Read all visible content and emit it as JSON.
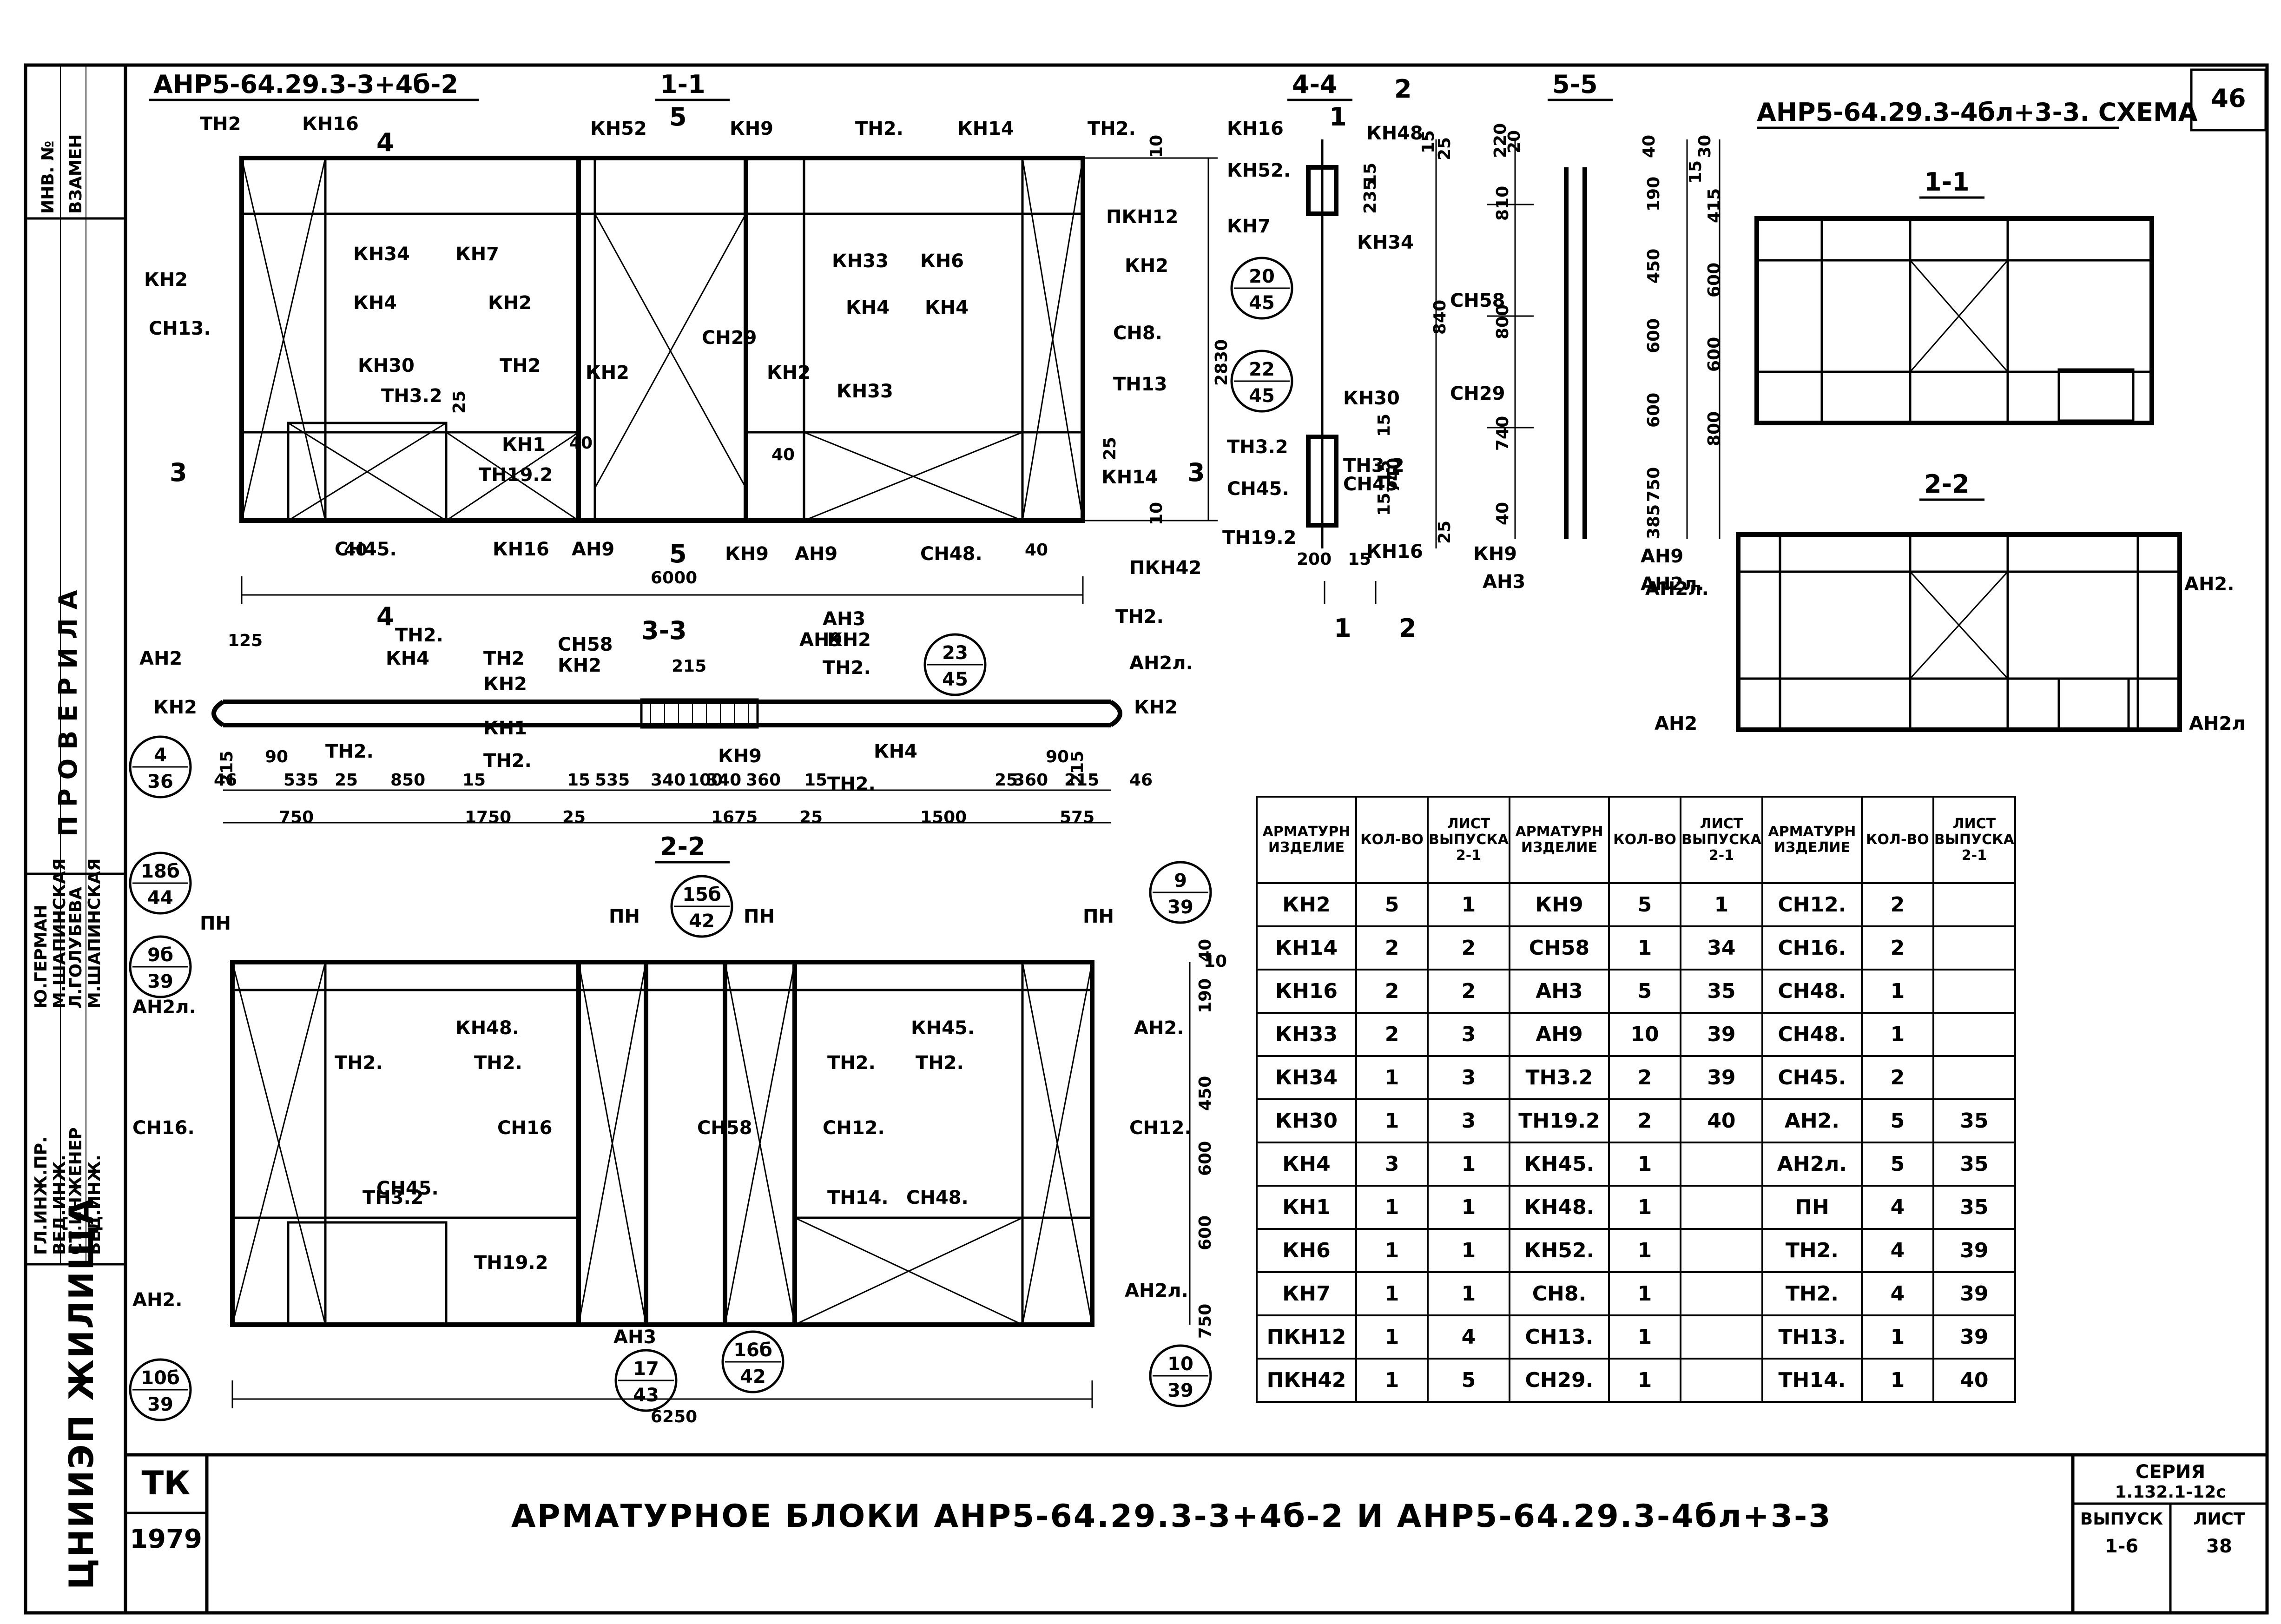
{
  "sheet": {
    "page_number": "46",
    "title": "АРМАТУРНОЕ БЛОКИ АНР5-64.29.3-3+4б-2 И АНР5-64.29.3-4бл+3-3",
    "org": "ЦНИИЭП ЖИЛИЩА",
    "code": "ТК",
    "year": "1979",
    "series_label": "СЕРИЯ",
    "series_value": "1.132.1-12с",
    "issue_label": "ВЫПУСК",
    "issue_value": "1-6",
    "sheet_label": "ЛИСТ",
    "sheet_value": "38"
  },
  "left_strip": {
    "inv_label": "ИНВ. №",
    "replace_label": "ВЗАМЕН",
    "check_label": "П Р О В Е Р И Л А",
    "roles": [
      "ГЛ.ИНЖ.ПР.",
      "ВЕД.ИНЖ.",
      "СТ.ИНЖЕНЕР",
      "ВЕД.ИНЖ."
    ],
    "names": [
      "Ю.ГЕРМАН",
      "М.ШАПИНСКАЯ",
      "Л.ГОЛУБЕВА",
      "М.ШАПИНСКАЯ"
    ]
  },
  "views": {
    "main_title": "АНР5-64.29.3-3+4б-2",
    "scheme_title": "АНР5-64.29.3-4бл+3-3. СХЕМА",
    "sec_1_1": "1-1",
    "sec_2_2": "2-2",
    "sec_3_3": "3-3",
    "sec_4_4": "4-4",
    "sec_5_5": "5-5",
    "cut_marks": [
      "3",
      "3",
      "4",
      "4",
      "5",
      "5",
      "1",
      "2",
      "1",
      "2"
    ],
    "labels_elev1": [
      "ТН2",
      "КН16",
      "КН52",
      "КН9",
      "ТН2.",
      "КН14",
      "ТН2.",
      "КН34",
      "КН7",
      "КН33",
      "КН6",
      "ПКН12",
      "КН2",
      "КН2",
      "СН13.",
      "КН4",
      "КН2",
      "СН29",
      "КН4",
      "КН4",
      "СН8.",
      "КН30",
      "ТН2",
      "КН2",
      "КН2",
      "КН33",
      "ТН13",
      "ТН3.2",
      "КН1",
      "ТН19.2",
      "КН14",
      "СН45.",
      "КН16",
      "АН9",
      "КН9",
      "АН9",
      "СН48.",
      "ПКН42"
    ],
    "dims_elev1": [
      "6000",
      "2830",
      "10",
      "10",
      "25",
      "25",
      "40",
      "40",
      "40",
      "40"
    ],
    "labels_plan": [
      "АН2",
      "ТН2.",
      "КН4",
      "ТН2",
      "КН2",
      "СН58",
      "КН2",
      "АН3",
      "АН9",
      "КН2",
      "ТН2.",
      "ТН2.",
      "КН2",
      "КН1",
      "ТН2.",
      "ТН2.",
      "КН9",
      "КН4",
      "ТН2.",
      "АН2л.",
      "КН2"
    ],
    "dims_plan": [
      "125",
      "215",
      "215",
      "90",
      "215",
      "535",
      "25",
      "850",
      "15",
      "15",
      "535",
      "340",
      "100",
      "340",
      "360",
      "15",
      "25",
      "360",
      "215",
      "46",
      "46",
      "750",
      "1750",
      "25",
      "1675",
      "25",
      "1500",
      "575",
      "90"
    ],
    "labels_elev2": [
      "ПН",
      "ПН",
      "ПН",
      "ПН",
      "АН2л.",
      "КН48.",
      "КН45.",
      "АН2.",
      "ТН2.",
      "ТН2.",
      "ТН2.",
      "ТН2.",
      "СН16.",
      "СН16",
      "СН58",
      "СН12.",
      "СН12.",
      "ТН3.2",
      "ТН14.",
      "СН48.",
      "СН45.",
      "ТН19.2",
      "АН2.",
      "АН2л.",
      "АН3"
    ],
    "dims_elev2": [
      "6250",
      "190",
      "450",
      "600",
      "600",
      "750",
      "40",
      "10"
    ],
    "labels_44": [
      "КН16",
      "КН48.",
      "КН52.",
      "КН7",
      "КН34",
      "КН30",
      "ТН3.2",
      "ТН3.2",
      "СН45.",
      "СН45",
      "ТН19.2",
      "КН16"
    ],
    "dims_44": [
      "235",
      "15",
      "15",
      "25",
      "840",
      "15",
      "15",
      "740",
      "15",
      "25",
      "200",
      "15"
    ],
    "labels_55": [
      "СН58",
      "СН29",
      "КН9",
      "АН3",
      "АН9",
      "АН2л."
    ],
    "dims_55": [
      "220",
      "20",
      "810",
      "800",
      "740",
      "40",
      "40",
      "30",
      "190",
      "450",
      "600",
      "600",
      "750",
      "385",
      "15",
      "415",
      "600",
      "600",
      "800"
    ],
    "labels_scheme": [
      "АН2л.",
      "АН2",
      "АН2.",
      "АН2л"
    ],
    "bubbles": [
      {
        "top": "20",
        "bottom": "45"
      },
      {
        "top": "22",
        "bottom": "45"
      },
      {
        "top": "23",
        "bottom": "45"
      },
      {
        "top": "4",
        "bottom": "36"
      },
      {
        "top": "18б",
        "bottom": "44"
      },
      {
        "top": "9б",
        "bottom": "39"
      },
      {
        "top": "15б",
        "bottom": "42"
      },
      {
        "top": "9",
        "bottom": "39"
      },
      {
        "top": "10б",
        "bottom": "39"
      },
      {
        "top": "17",
        "bottom": "43"
      },
      {
        "top": "16б",
        "bottom": "42"
      },
      {
        "top": "10",
        "bottom": "39"
      }
    ]
  },
  "table": {
    "headers": [
      "АРМАТУРН ИЗДЕЛИЕ",
      "КОЛ-ВО",
      "ЛИСТ ВЫПУСКА 2-1",
      "АРМАТУРН ИЗДЕЛИЕ",
      "КОЛ-ВО",
      "ЛИСТ ВЫПУСКА 2-1",
      "АРМАТУРН ИЗДЕЛИЕ",
      "КОЛ-ВО",
      "ЛИСТ ВЫПУСКА 2-1"
    ],
    "rows": [
      [
        "КН2",
        "5",
        "1",
        "КН9",
        "5",
        "1",
        "СН12.",
        "2",
        ""
      ],
      [
        "КН14",
        "2",
        "2",
        "СН58",
        "1",
        "34",
        "СН16.",
        "2",
        ""
      ],
      [
        "КН16",
        "2",
        "2",
        "АН3",
        "5",
        "35",
        "СН48.",
        "1",
        ""
      ],
      [
        "КН33",
        "2",
        "3",
        "АН9",
        "10",
        "39",
        "СН48.",
        "1",
        ""
      ],
      [
        "КН34",
        "1",
        "3",
        "ТН3.2",
        "2",
        "39",
        "СН45.",
        "2",
        ""
      ],
      [
        "КН30",
        "1",
        "3",
        "ТН19.2",
        "2",
        "40",
        "АН2.",
        "5",
        "35"
      ],
      [
        "КН4",
        "3",
        "1",
        "КН45.",
        "1",
        "",
        "АН2л.",
        "5",
        "35"
      ],
      [
        "КН1",
        "1",
        "1",
        "КН48.",
        "1",
        "",
        "ПН",
        "4",
        "35"
      ],
      [
        "КН6",
        "1",
        "1",
        "КН52.",
        "1",
        "",
        "ТН2.",
        "4",
        "39"
      ],
      [
        "КН7",
        "1",
        "1",
        "СН8.",
        "1",
        "",
        "ТН2.",
        "4",
        "39"
      ],
      [
        "ПКН12",
        "1",
        "4",
        "СН13.",
        "1",
        "",
        "ТН13.",
        "1",
        "39"
      ],
      [
        "ПКН42",
        "1",
        "5",
        "СН29.",
        "1",
        "",
        "ТН14.",
        "1",
        "40"
      ]
    ]
  }
}
